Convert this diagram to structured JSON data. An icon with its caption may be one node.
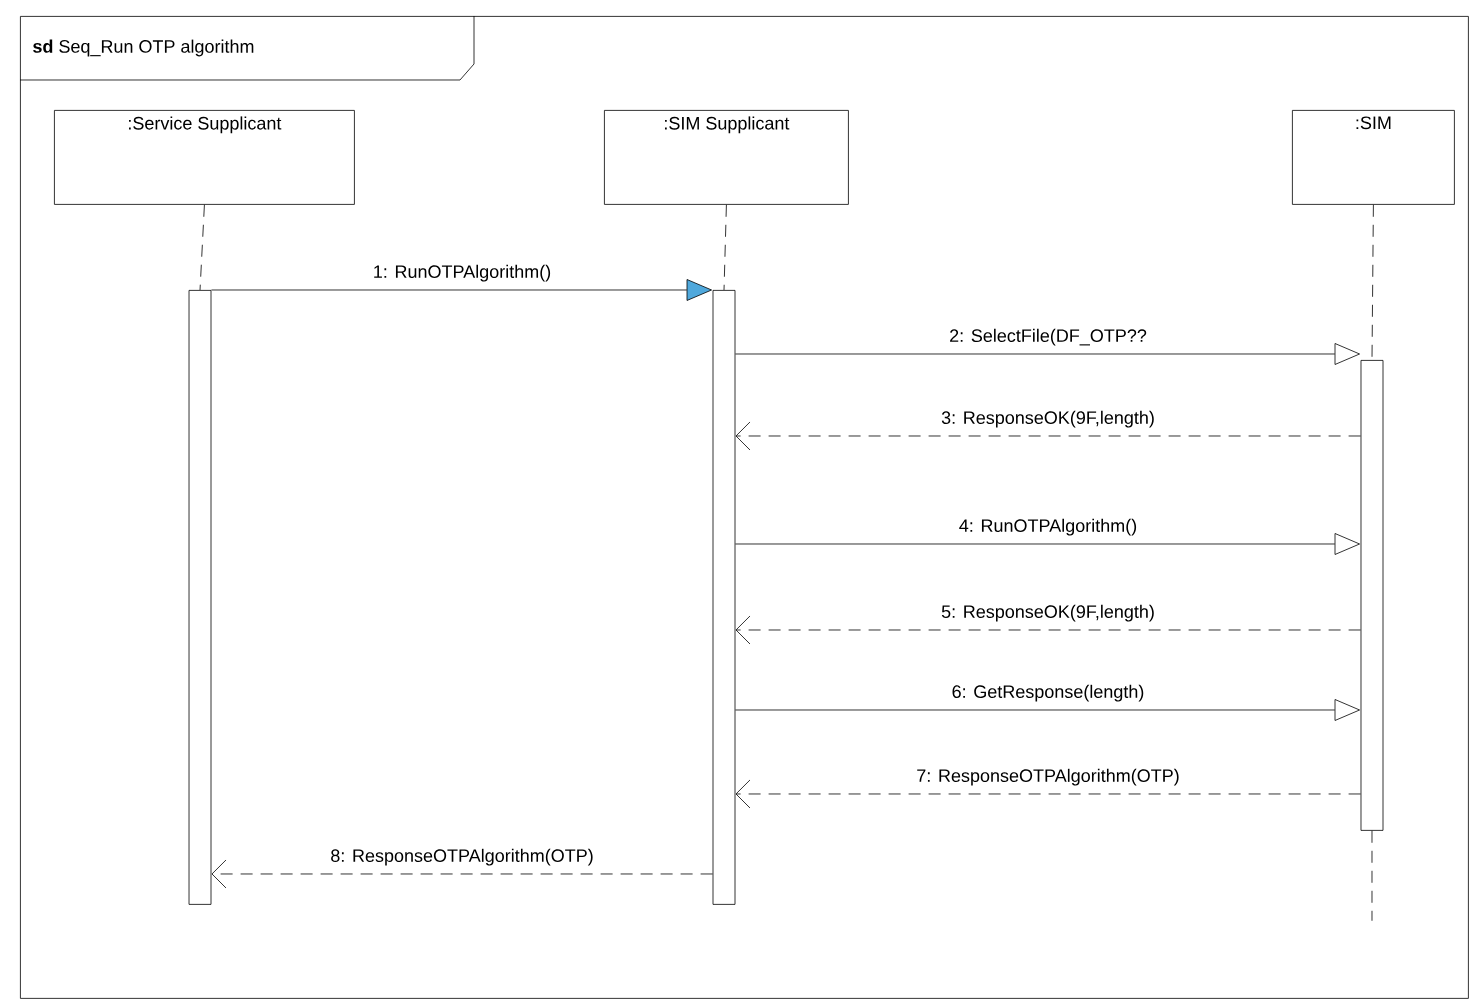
{
  "diagram": {
    "nodes": [
      {
        "text": [
          "**sd** Seq_Run OTP algorithm"
        ]
      },
      {
        "text": [
          ":Service Supplicant"
        ],
        "in": 0
      },
      {
        "text": [
          ":SIM Supplicant"
        ],
        "in": 0
      },
      {
        "text": [
          ":SIM"
        ],
        "in": 0
      },
      {
        "text": [],
        "shape": "bar",
        "in": 0
      },
      {
        "text": [],
        "shape": "bar",
        "in": 0
      },
      {
        "text": [],
        "shape": "bar",
        "in": 0
      }
    ],
    "edges": [
      {
        "from": 1,
        "to": 4,
        "arrow": "none",
        "style": "dashed"
      },
      {
        "from": 2,
        "to": 5,
        "arrow": "none",
        "style": "dashed"
      },
      {
        "from": 3,
        "to": 6,
        "arrow": "none",
        "style": "dashed"
      },
      {
        "from": 4,
        "to": 5,
        "arrow": "to",
        "label": "1: RunOTPAlgorithm()"
      },
      {
        "from": 5,
        "to": 6,
        "arrow": "to",
        "label": "2: SelectFile(DF_OTP??"
      },
      {
        "from": 6,
        "to": 5,
        "arrow": "to",
        "label": "3: ResponseOK(9F,length)",
        "style": "dashed"
      },
      {
        "from": 5,
        "to": 6,
        "arrow": "to",
        "label": "4: RunOTPAlgorithm()"
      },
      {
        "from": 6,
        "to": 5,
        "arrow": "to",
        "label": "5: ResponseOK(9F,length)",
        "style": "dashed"
      },
      {
        "from": 5,
        "to": 6,
        "arrow": "to",
        "label": "6: GetResponse(length)"
      },
      {
        "from": 6,
        "to": 5,
        "arrow": "to",
        "label": "7: ResponseOTPAlgorithm(OTP)",
        "style": "dashed"
      },
      {
        "from": 5,
        "to": 4,
        "arrow": "to",
        "label": "8: ResponseOTPAlgorithm(OTP)",
        "style": "dashed"
      }
    ]
  }
}
